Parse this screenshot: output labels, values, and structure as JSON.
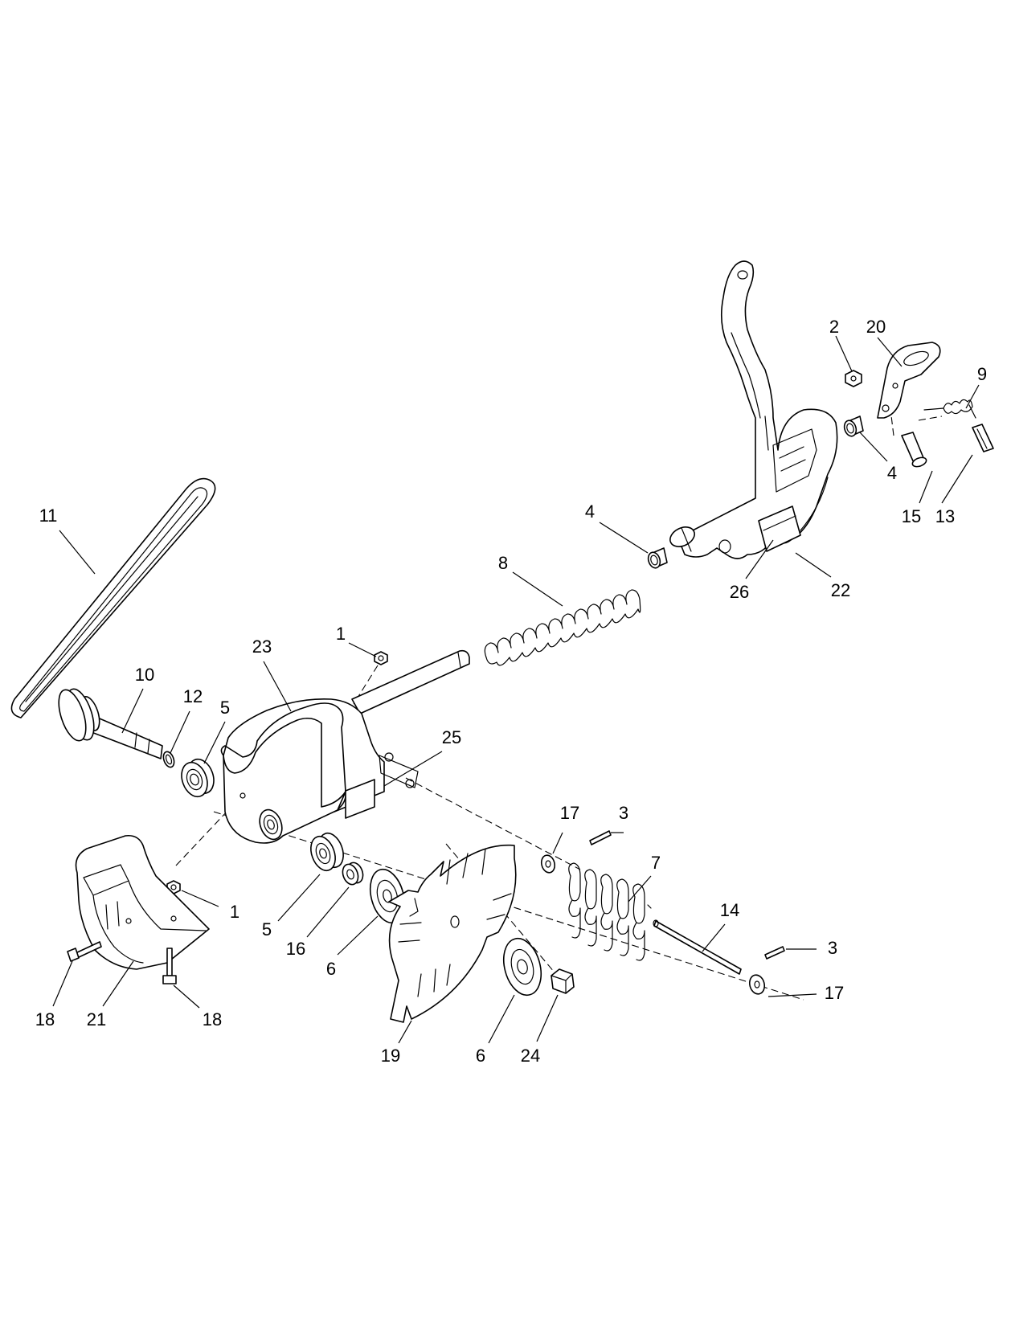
{
  "callouts": [
    {
      "label": "11",
      "part": "drive-belt"
    },
    {
      "label": "10",
      "part": "drive-shaft"
    },
    {
      "label": "12",
      "part": "retaining-ring"
    },
    {
      "label": "5",
      "part": "bearing-upper"
    },
    {
      "label": "23",
      "part": "chain-case-housing"
    },
    {
      "label": "1",
      "part": "nut-upper"
    },
    {
      "label": "25",
      "part": "decal"
    },
    {
      "label": "8",
      "part": "compression-spring"
    },
    {
      "label": "4",
      "part": "spacer-left"
    },
    {
      "label": "2",
      "part": "nut-bracket"
    },
    {
      "label": "20",
      "part": "latch-plate"
    },
    {
      "label": "9",
      "part": "torsion-spring"
    },
    {
      "label": "4",
      "part": "spacer-right"
    },
    {
      "label": "15",
      "part": "pin"
    },
    {
      "label": "13",
      "part": "roll-pin"
    },
    {
      "label": "26",
      "part": "pad"
    },
    {
      "label": "22",
      "part": "handle-frame"
    },
    {
      "label": "17",
      "part": "washer-upper"
    },
    {
      "label": "3",
      "part": "cotter-pin-upper"
    },
    {
      "label": "7",
      "part": "chain-links"
    },
    {
      "label": "14",
      "part": "rod"
    },
    {
      "label": "3",
      "part": "cotter-pin-lower"
    },
    {
      "label": "17",
      "part": "washer-lower"
    },
    {
      "label": "1",
      "part": "nut-lower"
    },
    {
      "label": "5",
      "part": "bearing-lower"
    },
    {
      "label": "16",
      "part": "bushing"
    },
    {
      "label": "6",
      "part": "flange-upper"
    },
    {
      "label": "18",
      "part": "bolt-left"
    },
    {
      "label": "21",
      "part": "guard"
    },
    {
      "label": "18",
      "part": "bolt-bottom"
    },
    {
      "label": "19",
      "part": "blade"
    },
    {
      "label": "6",
      "part": "flange-lower"
    },
    {
      "label": "24",
      "part": "locknut"
    }
  ]
}
